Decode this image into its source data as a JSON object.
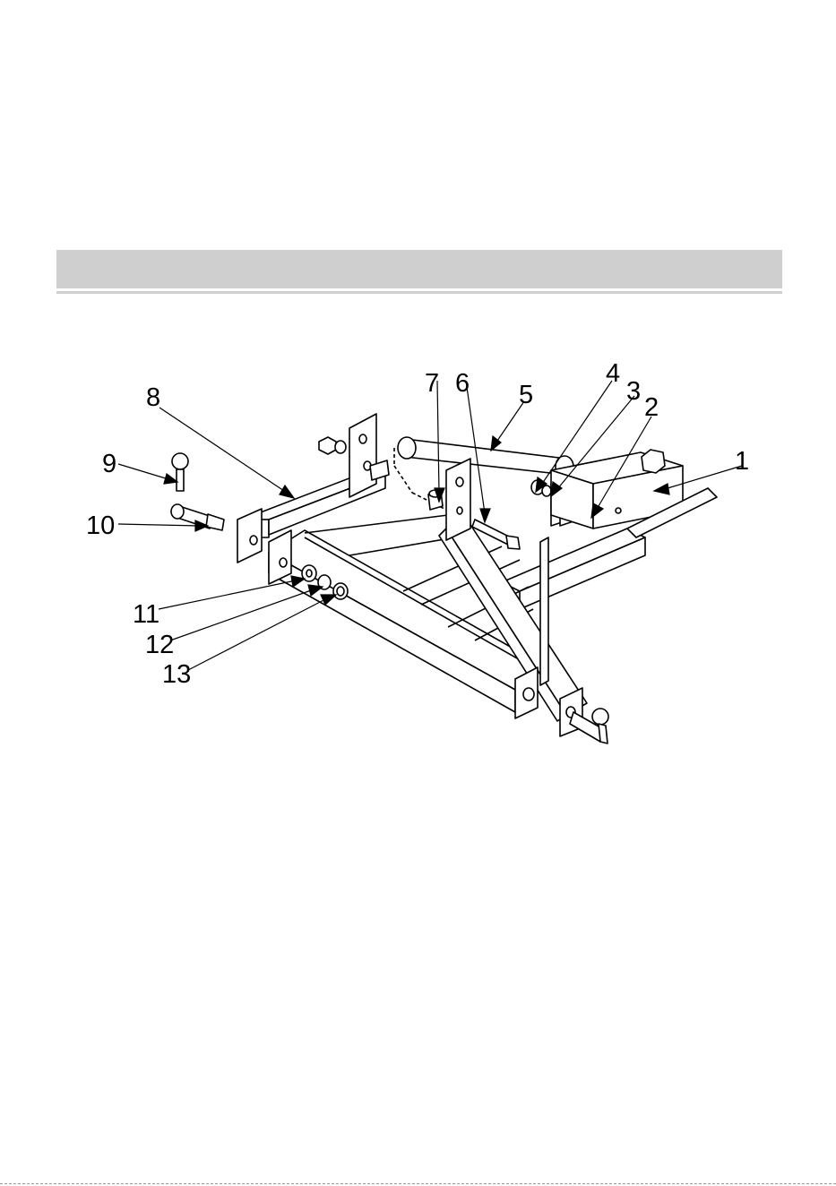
{
  "callouts": [
    {
      "id": "1",
      "label": "1"
    },
    {
      "id": "2",
      "label": "2"
    },
    {
      "id": "3",
      "label": "3"
    },
    {
      "id": "4",
      "label": "4"
    },
    {
      "id": "5",
      "label": "5"
    },
    {
      "id": "6",
      "label": "6"
    },
    {
      "id": "7",
      "label": "7"
    },
    {
      "id": "8",
      "label": "8"
    },
    {
      "id": "9",
      "label": "9"
    },
    {
      "id": "10",
      "label": "10"
    },
    {
      "id": "11",
      "label": "11"
    },
    {
      "id": "12",
      "label": "12"
    },
    {
      "id": "13",
      "label": "13"
    }
  ],
  "colors": {
    "header_bar": "#cfcfcf",
    "line": "#000000",
    "background": "#ffffff"
  }
}
